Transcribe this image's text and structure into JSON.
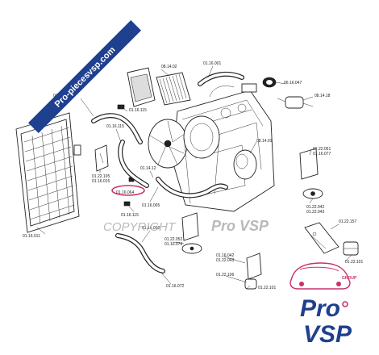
{
  "watermark": {
    "banner": "Pro-piecesvsp.com",
    "center": "COPYRIGHT",
    "center_brand": "Pro VSP"
  },
  "logo": {
    "group": "GROUP",
    "pro": "Pro",
    "vsp": "VSP"
  },
  "colors": {
    "banner": "#1f3f8f",
    "logo_blue": "#1f3f8f",
    "logo_pink": "#c8326e",
    "highlight": "#c8326e",
    "line": "#222222"
  },
  "labels": {
    "l_08_14_02": "08.14.02",
    "l_01_16_001": "01.16.001",
    "l_06_16_047": "06.16.047",
    "l_08_14_18": "08.14.18",
    "l_01_16_124": "01.16.124",
    "l_01_16_115a": "01.16.115",
    "l_01_16_115b": "01.16.115",
    "l_08_14_01": "08.14.01",
    "l_01_22_051": "01.22.051",
    "l_01_16_077": "01.16.077",
    "l_01_22_105a": "01.22.105",
    "l_01_16_015": "01.16.015",
    "l_01_14_12": "01.14.12",
    "l_01_16_064": "01.16.064",
    "l_01_16_005": "01.16.005",
    "l_01_16_115c": "01.16.115",
    "l_01_22_042a": "01.22.042",
    "l_01_22_043a": "01.22.043",
    "l_01_22_157": "01.22.157",
    "l_01_16_011": "01.16.011",
    "l_01_16_002": "01.16.002",
    "l_01_22_052": "01.22.052",
    "l_01_16_076": "01.16.076",
    "l_01_22_101": "01.22.101",
    "l_01_16_042b": "01.16.042",
    "l_01_22_043b": "01.22.043",
    "l_01_22_106": "01.22.106",
    "l_01_22_101b": "01.22.101",
    "l_01_16_072": "01.16.072"
  }
}
